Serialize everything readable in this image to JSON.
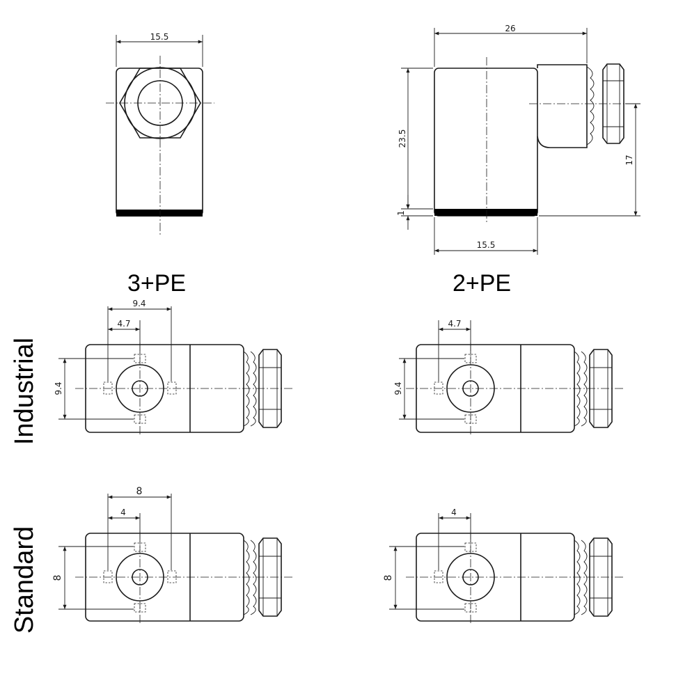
{
  "columns": {
    "left": "3+PE",
    "right": "2+PE"
  },
  "rows": {
    "top": "Industrial",
    "bottom": "Standard"
  },
  "front_view": {
    "width": "15.5"
  },
  "side_view": {
    "length": "26",
    "height": "23.5",
    "base": "1",
    "axis_height": "17",
    "width": "15.5"
  },
  "industrial": {
    "span": "9.4",
    "half_span": "4.7",
    "vertical": "9.4"
  },
  "standard": {
    "span": "8",
    "half_span": "4",
    "vertical": "8"
  },
  "colors": {
    "line": "#1a1a1a",
    "band": "#000000"
  }
}
